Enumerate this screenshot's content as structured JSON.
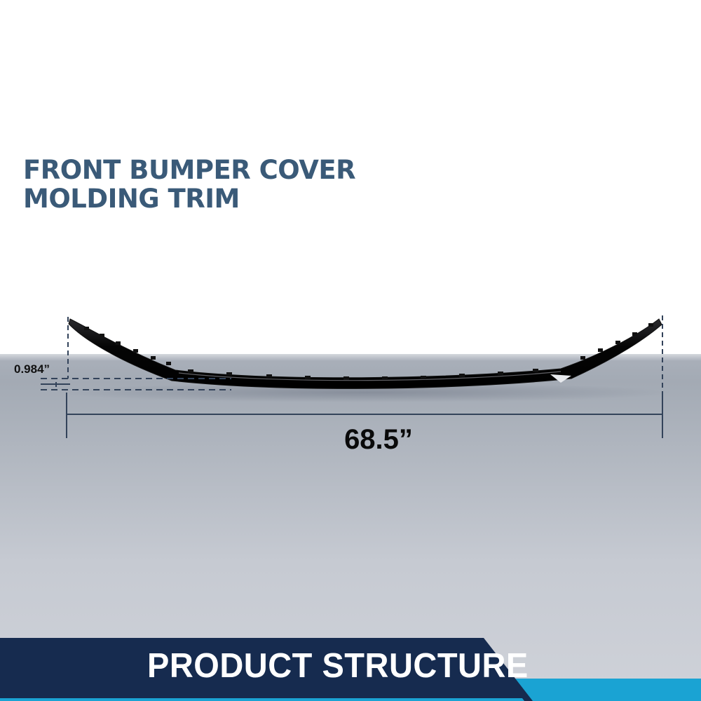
{
  "product": {
    "title_line1": "FRONT BUMPER COVER",
    "title_line2": "MOLDING TRIM",
    "part_name": "front-bumper-molding-trim"
  },
  "dimensions": {
    "height_label": "0.984”",
    "width_label": "68.5”"
  },
  "footer": {
    "label": "PRODUCT STRUCTURE"
  },
  "colors": {
    "title": "#3a5a78",
    "footer_dark": "#162b4f",
    "footer_accent": "#1aa3d3",
    "trim": "#050505"
  }
}
